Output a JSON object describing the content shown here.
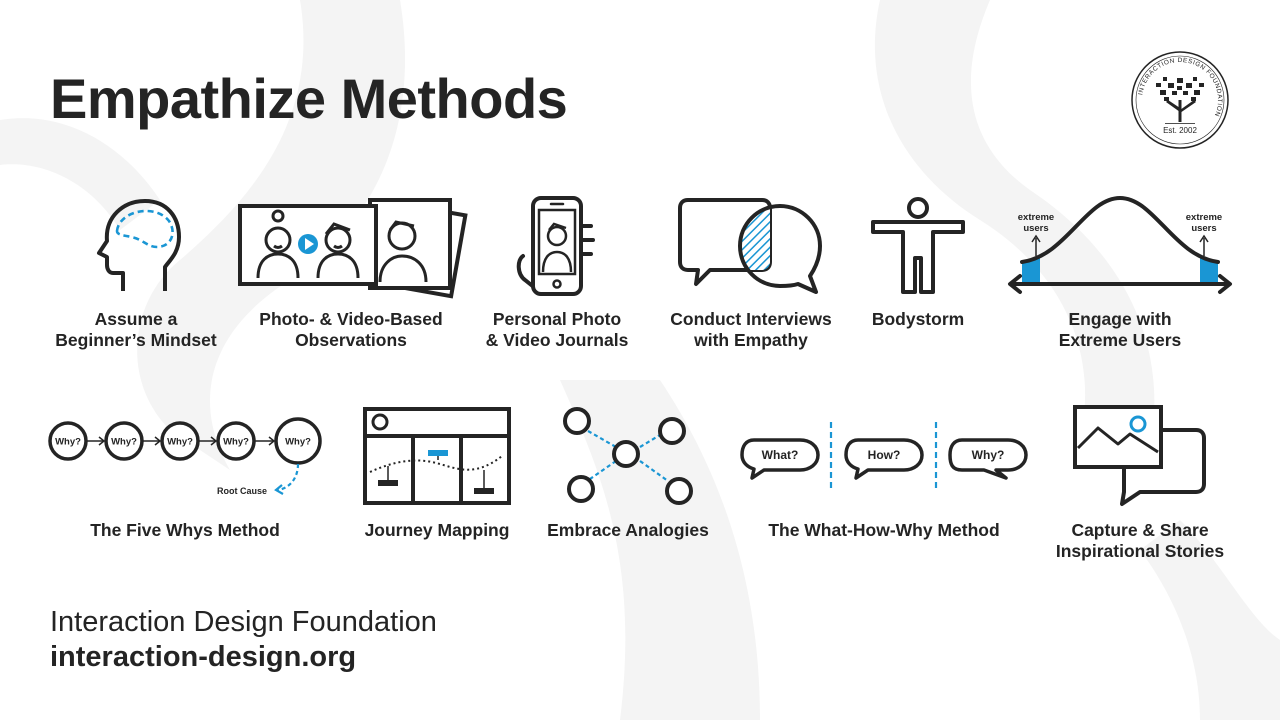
{
  "page": {
    "title": "Empathize Methods",
    "footer": {
      "organization": "Interaction Design Foundation",
      "url": "interaction-design.org"
    },
    "logo": {
      "ring_text": "INTERACTION DESIGN FOUNDATION",
      "established": "Est. 2002"
    }
  },
  "colors": {
    "ink": "#242424",
    "accent": "#1a96d4",
    "background_shape": "#f3f3f3"
  },
  "methods": [
    {
      "id": "beginners-mindset",
      "label_line1": "Assume a",
      "label_line2": "Beginner’s Mindset",
      "icon": "head-brain-icon"
    },
    {
      "id": "photo-video-observations",
      "label_line1": "Photo- & Video-Based",
      "label_line2": "Observations",
      "icon": "video-photos-icon"
    },
    {
      "id": "personal-journals",
      "label_line1": "Personal Photo",
      "label_line2": "& Video Journals",
      "icon": "phone-selfie-icon"
    },
    {
      "id": "interviews-empathy",
      "label_line1": "Conduct Interviews",
      "label_line2": "with Empathy",
      "icon": "speech-bubbles-icon"
    },
    {
      "id": "bodystorm",
      "label_line1": "Bodystorm",
      "label_line2": "",
      "icon": "person-icon"
    },
    {
      "id": "extreme-users",
      "label_line1": "Engage with",
      "label_line2": "Extreme Users",
      "icon": "bell-curve-icon",
      "annotations": {
        "left_line1": "extreme",
        "left_line2": "users",
        "right_line1": "extreme",
        "right_line2": "users"
      }
    },
    {
      "id": "five-whys",
      "label_line1": "The Five Whys Method",
      "label_line2": "",
      "icon": "why-chain-icon",
      "bubbles": [
        "Why?",
        "Why?",
        "Why?",
        "Why?",
        "Why?"
      ],
      "root_cause": "Root Cause"
    },
    {
      "id": "journey-mapping",
      "label_line1": "Journey Mapping",
      "label_line2": "",
      "icon": "journey-map-icon"
    },
    {
      "id": "analogies",
      "label_line1": "Embrace Analogies",
      "label_line2": "",
      "icon": "network-nodes-icon"
    },
    {
      "id": "what-how-why",
      "label_line1": "The What-How-Why Method",
      "label_line2": "",
      "icon": "question-bubbles-icon",
      "bubbles": [
        "What?",
        "How?",
        "Why?"
      ]
    },
    {
      "id": "inspirational-stories",
      "label_line1": "Capture & Share",
      "label_line2": "Inspirational Stories",
      "icon": "picture-bubble-icon"
    }
  ]
}
